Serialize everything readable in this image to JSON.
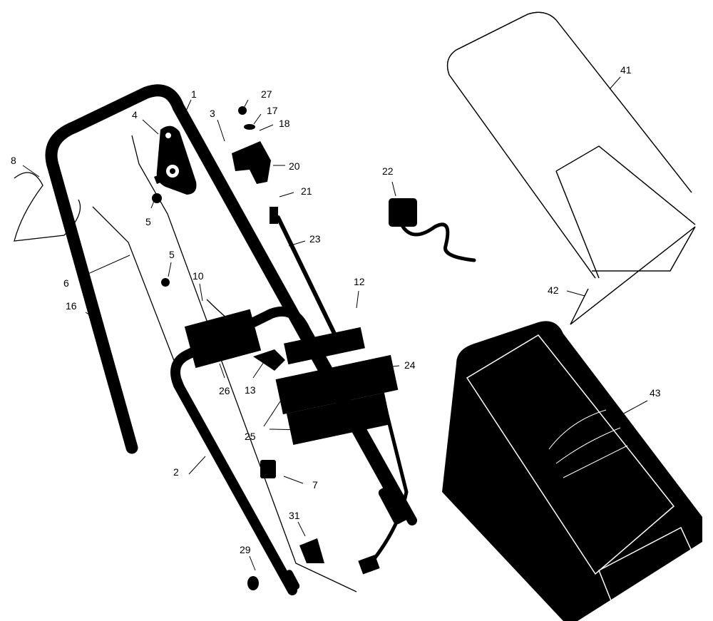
{
  "diagram": {
    "callouts": [
      {
        "id": "1",
        "label": "1"
      },
      {
        "id": "2",
        "label": "2"
      },
      {
        "id": "3",
        "label": "3"
      },
      {
        "id": "4",
        "label": "4"
      },
      {
        "id": "5a",
        "label": "5"
      },
      {
        "id": "5b",
        "label": "5"
      },
      {
        "id": "6",
        "label": "6"
      },
      {
        "id": "7",
        "label": "7"
      },
      {
        "id": "8",
        "label": "8"
      },
      {
        "id": "10",
        "label": "10"
      },
      {
        "id": "12",
        "label": "12"
      },
      {
        "id": "13",
        "label": "13"
      },
      {
        "id": "16",
        "label": "16"
      },
      {
        "id": "17",
        "label": "17"
      },
      {
        "id": "18",
        "label": "18"
      },
      {
        "id": "20",
        "label": "20"
      },
      {
        "id": "21",
        "label": "21"
      },
      {
        "id": "22",
        "label": "22"
      },
      {
        "id": "23",
        "label": "23"
      },
      {
        "id": "24",
        "label": "24"
      },
      {
        "id": "25",
        "label": "25"
      },
      {
        "id": "26",
        "label": "26"
      },
      {
        "id": "27",
        "label": "27"
      },
      {
        "id": "29",
        "label": "29"
      },
      {
        "id": "31",
        "label": "31"
      },
      {
        "id": "41",
        "label": "41"
      },
      {
        "id": "42",
        "label": "42"
      },
      {
        "id": "43",
        "label": "43"
      }
    ]
  }
}
